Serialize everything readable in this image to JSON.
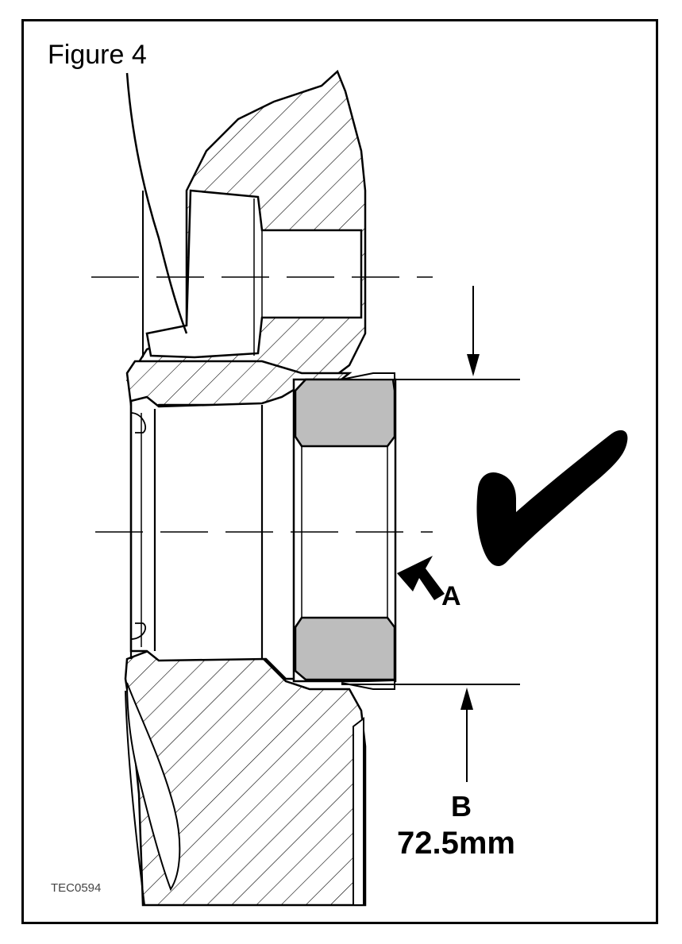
{
  "figure": {
    "title": "Figure 4",
    "code": "TEC0594",
    "label_a": "A",
    "label_b": "B",
    "dimension_b": "72.5mm"
  },
  "icons": {
    "check": "check-mark-icon"
  },
  "colors": {
    "ink": "#000000",
    "washer_fill": "#bdbdbd",
    "paper": "#ffffff"
  }
}
